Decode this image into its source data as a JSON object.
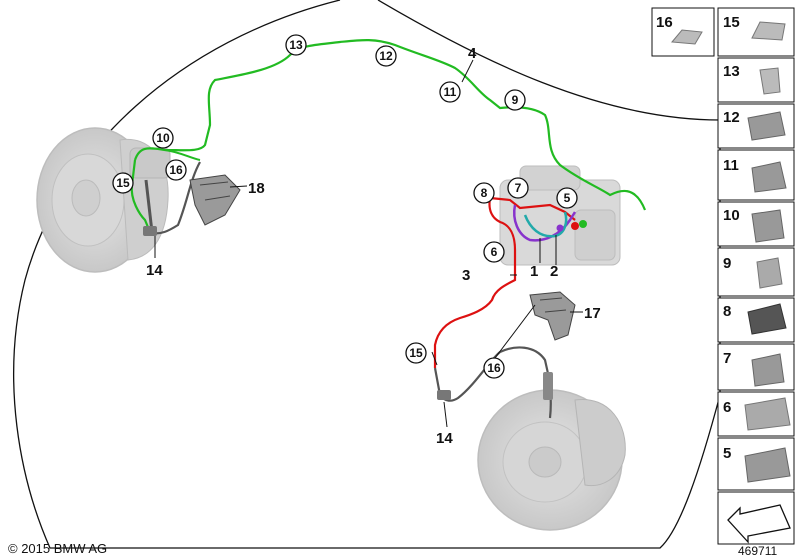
{
  "diagram": {
    "callouts_plain": [
      {
        "id": "4",
        "text": "4"
      },
      {
        "id": "18",
        "text": "18"
      },
      {
        "id": "14a",
        "text": "14"
      },
      {
        "id": "3",
        "text": "3"
      },
      {
        "id": "1",
        "text": "1"
      },
      {
        "id": "2",
        "text": "2"
      },
      {
        "id": "17",
        "text": "17"
      },
      {
        "id": "14b",
        "text": "14"
      }
    ],
    "callouts_circled": [
      {
        "id": "13",
        "text": "13"
      },
      {
        "id": "12",
        "text": "12"
      },
      {
        "id": "11",
        "text": "11"
      },
      {
        "id": "9",
        "text": "9"
      },
      {
        "id": "10",
        "text": "10"
      },
      {
        "id": "16a",
        "text": "16"
      },
      {
        "id": "15a",
        "text": "15"
      },
      {
        "id": "8",
        "text": "8"
      },
      {
        "id": "7",
        "text": "7"
      },
      {
        "id": "5",
        "text": "5"
      },
      {
        "id": "6",
        "text": "6"
      },
      {
        "id": "15b",
        "text": "15"
      },
      {
        "id": "16b",
        "text": "16"
      }
    ],
    "parts_panel": [
      {
        "id": "16",
        "text": "16"
      },
      {
        "id": "15",
        "text": "15"
      },
      {
        "id": "13",
        "text": "13"
      },
      {
        "id": "12",
        "text": "12"
      },
      {
        "id": "11",
        "text": "11"
      },
      {
        "id": "10",
        "text": "10"
      },
      {
        "id": "9",
        "text": "9"
      },
      {
        "id": "8",
        "text": "8"
      },
      {
        "id": "7",
        "text": "7"
      },
      {
        "id": "6",
        "text": "6"
      },
      {
        "id": "5",
        "text": "5"
      }
    ],
    "colors": {
      "green_line": "#22bb22",
      "red_line": "#dd1111",
      "purple_line": "#8833cc",
      "teal_line": "#22aaaa",
      "outline": "#111111",
      "gray_part": "#bbbbbb"
    }
  },
  "footer": {
    "copyright": "© 2015 BMW AG",
    "diagram_number": "469711"
  }
}
